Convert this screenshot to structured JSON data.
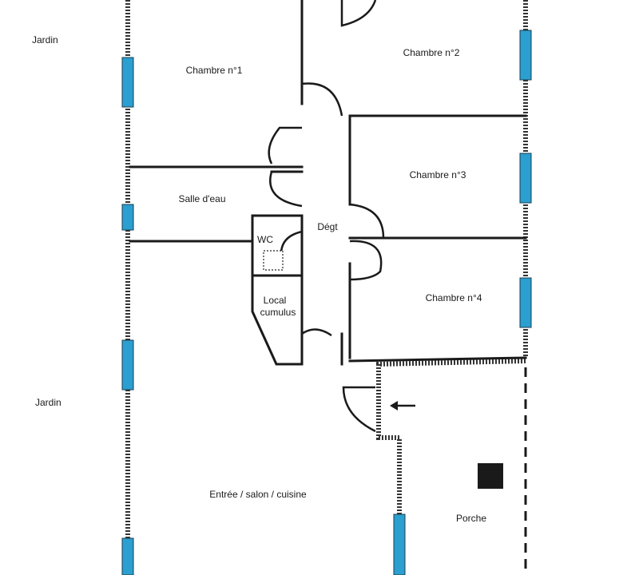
{
  "rooms": {
    "jardin_top": "Jardin",
    "jardin_bottom": "Jardin",
    "chambre1": "Chambre n°1",
    "chambre2": "Chambre n°2",
    "chambre3": "Chambre n°3",
    "chambre4": "Chambre n°4",
    "salle_eau": "Salle d'eau",
    "wc": "WC",
    "degt": "Dégt",
    "local_line1": "Local",
    "local_line2": "cumulus",
    "entree": "Entrée / salon / cuisine",
    "porche": "Porche"
  },
  "colors": {
    "window": "#2a9fd0",
    "wall": "#1a1a1a",
    "background": "#ffffff"
  }
}
